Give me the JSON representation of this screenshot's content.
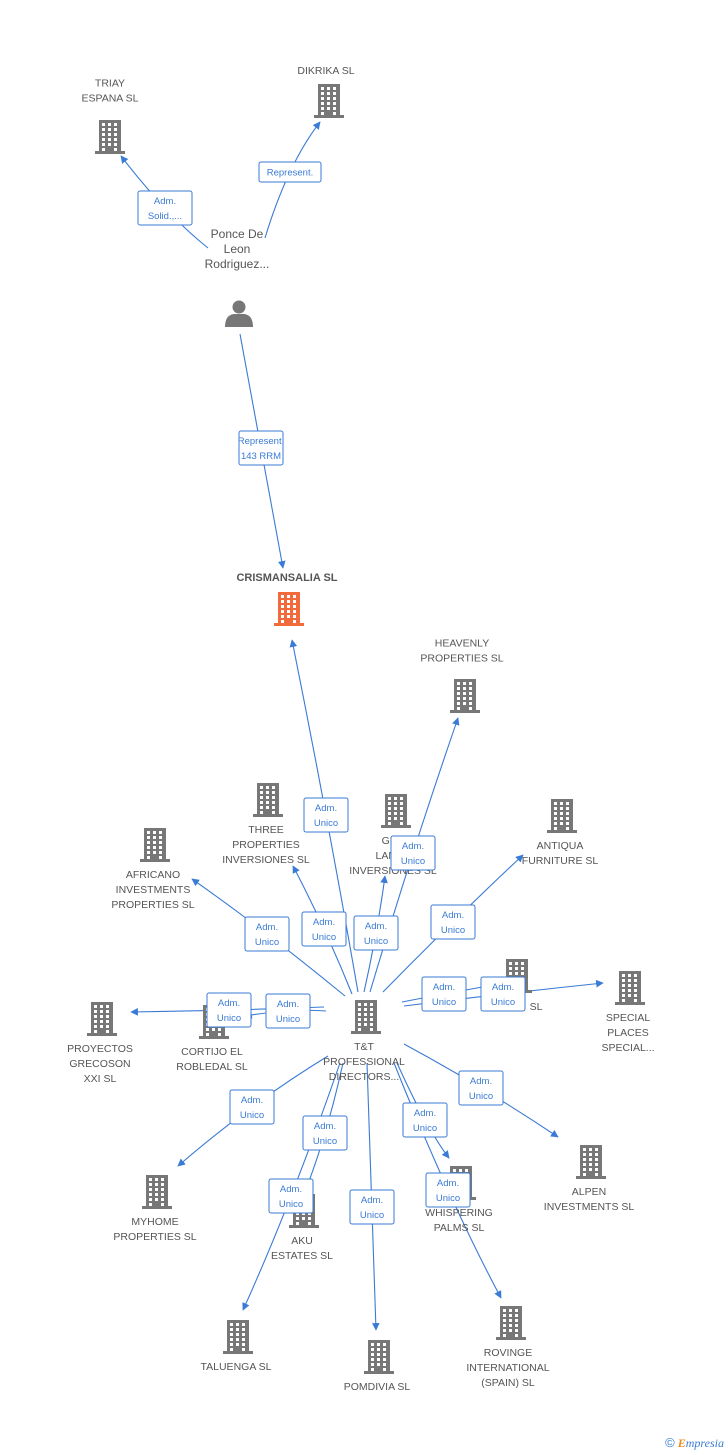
{
  "colors": {
    "accent": "#3a7bd5",
    "focus": "#f26a3b",
    "icon": "#777777",
    "label": "#555555"
  },
  "brand": {
    "symbol": "©",
    "first": "E",
    "rest": "mpresia"
  },
  "nodes": [
    {
      "id": "triay",
      "type": "company",
      "lines": [
        "TRIAY",
        "ESPANA SL"
      ]
    },
    {
      "id": "dikrika",
      "type": "company",
      "lines": [
        "DIKRIKA SL"
      ]
    },
    {
      "id": "ponce",
      "type": "person",
      "lines": [
        "Ponce De",
        "Leon",
        "Rodriguez..."
      ]
    },
    {
      "id": "crismansalia",
      "type": "focus",
      "lines": [
        "CRISMANSALIA SL"
      ]
    },
    {
      "id": "heavenly",
      "type": "company",
      "lines": [
        "HEAVENLY",
        "PROPERTIES SL"
      ]
    },
    {
      "id": "three",
      "type": "company",
      "lines": [
        "THREE",
        "PROPERTIES",
        "INVERSIONES SL"
      ]
    },
    {
      "id": "gre",
      "type": "company",
      "lines": [
        "GRE",
        "LANCA",
        "INVERSIONES SL"
      ]
    },
    {
      "id": "africano",
      "type": "company",
      "lines": [
        "AFRICANO",
        "INVESTMENTS",
        "PROPERTIES  SL"
      ]
    },
    {
      "id": "antiqua",
      "type": "company",
      "lines": [
        "ANTIQUA",
        "FURNITURE  SL"
      ]
    },
    {
      "id": "hidden_sl",
      "type": "company",
      "lines": [
        "SL"
      ]
    },
    {
      "id": "special",
      "type": "company",
      "lines": [
        "SPECIAL",
        "PLACES",
        "SPECIAL..."
      ]
    },
    {
      "id": "proyectos",
      "type": "company",
      "lines": [
        "PROYECTOS",
        "GRECOSON",
        "XXI SL"
      ]
    },
    {
      "id": "cortijo",
      "type": "company",
      "lines": [
        "CORTIJO EL",
        "ROBLEDAL SL"
      ]
    },
    {
      "id": "tt",
      "type": "company",
      "lines": [
        "T&T",
        "PROFESSIONAL",
        "DIRECTORS..."
      ]
    },
    {
      "id": "alpen",
      "type": "company",
      "lines": [
        "ALPEN",
        "INVESTMENTS SL"
      ]
    },
    {
      "id": "myhome",
      "type": "company",
      "lines": [
        "MYHOME",
        "PROPERTIES SL"
      ]
    },
    {
      "id": "aku",
      "type": "company",
      "lines": [
        "AKU",
        "ESTATES SL"
      ]
    },
    {
      "id": "whispering",
      "type": "company",
      "lines": [
        "WHISPERING",
        "PALMS SL"
      ]
    },
    {
      "id": "taluenga",
      "type": "company",
      "lines": [
        "TALUENGA SL"
      ]
    },
    {
      "id": "pomdivia",
      "type": "company",
      "lines": [
        "POMDIVIA SL"
      ]
    },
    {
      "id": "rovinge",
      "type": "company",
      "lines": [
        "ROVINGE",
        "INTERNATIONAL",
        "(SPAIN) SL"
      ]
    }
  ],
  "edges": [
    {
      "from": "ponce",
      "to": "triay",
      "role": [
        "Adm.",
        "Solid.,..."
      ]
    },
    {
      "from": "ponce",
      "to": "dikrika",
      "role": [
        "Represent."
      ]
    },
    {
      "from": "ponce",
      "to": "crismansalia",
      "role": [
        "Represent.",
        "143 RRM"
      ]
    },
    {
      "from": "tt",
      "to": "crismansalia",
      "role": [
        "Adm.",
        "Unico"
      ]
    },
    {
      "from": "tt",
      "to": "heavenly",
      "role": [
        "Adm.",
        "Unico"
      ]
    },
    {
      "from": "tt",
      "to": "three",
      "role": [
        "Adm.",
        "Unico"
      ]
    },
    {
      "from": "tt",
      "to": "gre",
      "role": [
        "Adm.",
        "Unico"
      ]
    },
    {
      "from": "tt",
      "to": "africano",
      "role": [
        "Adm.",
        "Unico"
      ]
    },
    {
      "from": "tt",
      "to": "antiqua",
      "role": [
        "Adm.",
        "Unico"
      ]
    },
    {
      "from": "tt",
      "to": "hidden_sl",
      "role": [
        "Adm.",
        "Unico"
      ]
    },
    {
      "from": "tt",
      "to": "special",
      "role": [
        "Adm.",
        "Unico"
      ]
    },
    {
      "from": "tt",
      "to": "proyectos",
      "role": [
        "Adm.",
        "Unico"
      ]
    },
    {
      "from": "tt",
      "to": "cortijo",
      "role": [
        "Adm.",
        "Unico"
      ]
    },
    {
      "from": "tt",
      "to": "alpen",
      "role": [
        "Adm.",
        "Unico"
      ]
    },
    {
      "from": "tt",
      "to": "myhome",
      "role": [
        "Adm.",
        "Unico"
      ]
    },
    {
      "from": "tt",
      "to": "aku",
      "role": [
        "Adm.",
        "Unico"
      ]
    },
    {
      "from": "tt",
      "to": "whispering",
      "role": [
        "Adm.",
        "Unico"
      ]
    },
    {
      "from": "tt",
      "to": "taluenga",
      "role": [
        "Adm.",
        "Unico"
      ]
    },
    {
      "from": "tt",
      "to": "pomdivia",
      "role": [
        "Adm.",
        "Unico"
      ]
    },
    {
      "from": "tt",
      "to": "rovinge",
      "role": [
        "Adm.",
        "Unico"
      ]
    }
  ]
}
